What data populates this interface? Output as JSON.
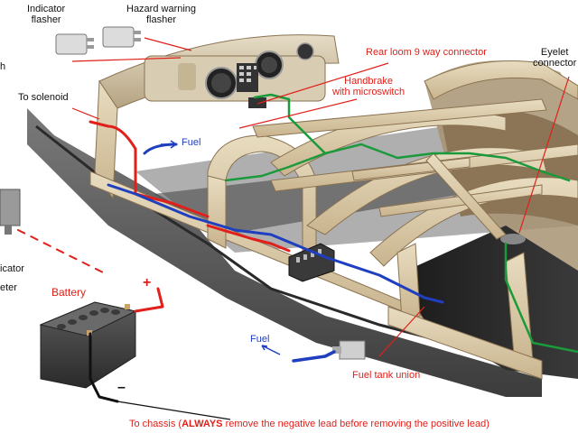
{
  "labels": {
    "indicator_flasher_1": "Indicator",
    "indicator_flasher_2": "flasher",
    "hazard_flasher_1": "Hazard warning",
    "hazard_flasher_2": "flasher",
    "rear_loom": "Rear loom 9 way connector",
    "eyelet_1": "Eyelet",
    "eyelet_2": "connector",
    "to_solenoid": "To solenoid",
    "handbrake_1": "Handbrake",
    "handbrake_2": "with microswitch",
    "fuel_upper": "Fuel",
    "fuel_lower": "Fuel",
    "fuel_tank_union": "Fuel tank union",
    "battery": "Battery",
    "plus_sign": "+",
    "minus_sign": "–",
    "left_edge_1": "h",
    "left_edge_2": "icator",
    "left_edge_3": "eter"
  },
  "caption": {
    "prefix": "To chassis (",
    "bold": "ALWAYS",
    "suffix": " remove the negative lead before removing the positive lead)"
  },
  "colors": {
    "wire_red": "#e0201a",
    "wire_blue": "#1f3fbf",
    "wire_green": "#1a9a3a",
    "wood": "#d8c8a8",
    "chassis": "#5a5a5a"
  }
}
